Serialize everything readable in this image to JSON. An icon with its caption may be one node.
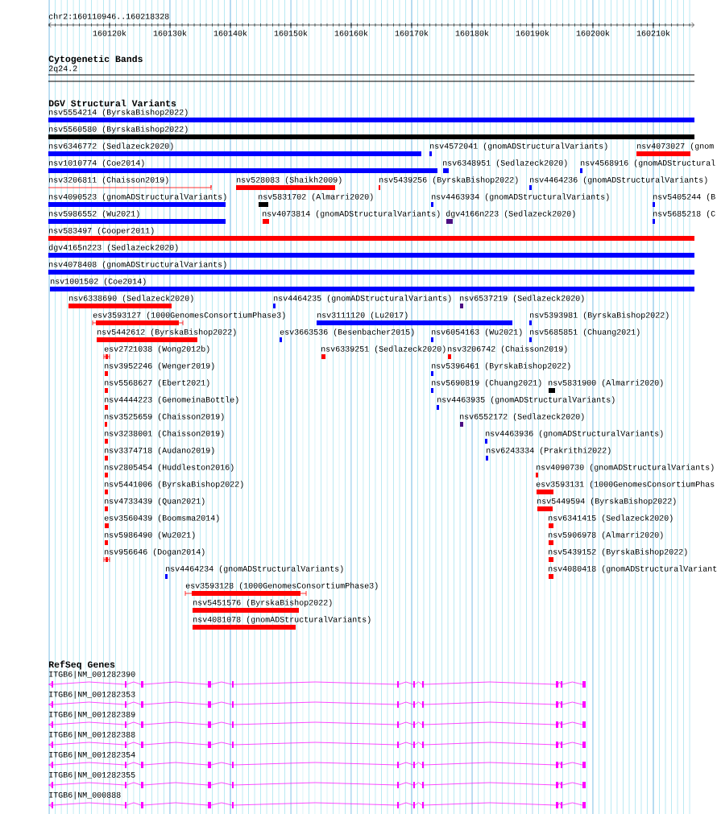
{
  "diagram": {
    "title": "chr2:160110946..160218328",
    "labels": [
      "160120k",
      "160130k",
      "160140k",
      "160150k",
      "160160k",
      "160170k",
      "160180k",
      "160190k",
      "160200k",
      "160210k",
      "Cytogenetic Bands",
      "2q24.2",
      "DGV Structural Variants",
      "nsv5554214 (ByrskaBishop2022)",
      "nsv5560580 (ByrskaBishop2022)",
      "nsv6346772 (Sedlazeck2020)",
      "nsv4572041 (gnomADStructuralVariants)",
      "nsv4073027 (gnom",
      "nsv1010774 (Coe2014)",
      "nsv6348951 (Sedlazeck2020)",
      "nsv4568916 (gnomADStructural",
      "nsv3206811 (Chaisson2019)",
      "nsv528083 (Shaikh2009)",
      "nsv5439256 (ByrskaBishop2022)",
      "nsv4464236 (gnomADStructuralVariants)",
      "nsv4090523 (gnomADStructuralVariants)",
      "nsv5831702 (Almarri2020)",
      "nsv4463934 (gnomADStructuralVariants)",
      "nsv5405244 (B",
      "nsv5986552 (Wu2021)",
      "nsv4073814 (gnomADStructuralVariants)",
      "dgv4166n223 (Sedlazeck2020)",
      "nsv5685218 (C",
      "nsv583497 (Cooper2011)",
      "dgv4165n223 (Sedlazeck2020)",
      "nsv4078408 (gnomADStructuralVariants)",
      "nsv1001502 (Coe2014)",
      "nsv6338690 (Sedlazeck2020)",
      "nsv4464235 (gnomADStructuralVariants)",
      "nsv6537219 (Sedlazeck2020)",
      "esv3593127 (1000GenomesConsortiumPhase3)",
      "nsv3111120 (Lu2017)",
      "nsv5393981 (ByrskaBishop2022)",
      "nsv5442612 (ByrskaBishop2022)",
      "esv3663536 (Besenbacher2015)",
      "nsv6054163 (Wu2021)",
      "nsv5685851 (Chuang2021)",
      "esv2721038 (Wong2012b)",
      "nsv6339251 (Sedlazeck2020)",
      "nsv3206742 (Chaisson2019)",
      "nsv3952246 (Wenger2019)",
      "nsv5396461 (ByrskaBishop2022)",
      "nsv5568627 (Ebert2021)",
      "nsv5690819 (Chuang2021)",
      "nsv5831900 (Almarri2020)",
      "nsv4444223 (GenomeinaBottle)",
      "nsv4463935 (gnomADStructuralVariants)",
      "nsv3525659 (Chaisson2019)",
      "nsv6552172 (Sedlazeck2020)",
      "nsv3238001 (Chaisson2019)",
      "nsv4463936 (gnomADStructuralVariants)",
      "nsv3374718 (Audano2019)",
      "nsv6243334 (Prakrithi2022)",
      "nsv2805454 (Huddleston2016)",
      "nsv4090730 (gnomADStructuralVariants)",
      "nsv5441006 (ByrskaBishop2022)",
      "esv3593131 (1000GenomesConsortiumPhas",
      "nsv4733439 (Quan2021)",
      "nsv5449594 (ByrskaBishop2022)",
      "esv3560439 (Boomsma2014)",
      "nsv6341415 (Sedlazeck2020)",
      "nsv5986490 (Wu2021)",
      "nsv5906978 (Almarri2020)",
      "nsv956646 (Dogan2014)",
      "nsv5439152 (ByrskaBishop2022)",
      "nsv4464234 (gnomADStructuralVariants)",
      "nsv4080418 (gnomADStructuralVariant",
      "esv3593128 (1000GenomesConsortiumPhase3)",
      "nsv5451576 (ByrskaBishop2022)",
      "nsv4081078 (gnomADStructuralVariants)",
      "RefSeq Genes",
      "ITGB6|NM_001282390",
      "ITGB6|NM_001282353",
      "ITGB6|NM_001282389",
      "ITGB6|NM_001282388",
      "ITGB6|NM_001282354",
      "ITGB6|NM_001282355",
      "ITGB6|NM_000888"
    ]
  }
}
